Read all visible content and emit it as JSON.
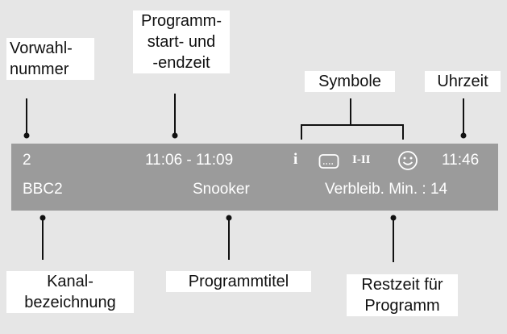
{
  "callouts": {
    "preset_number": [
      "Vorwahl-",
      "nummer"
    ],
    "program_time": [
      "Programm-",
      "start- und",
      "-endzeit"
    ],
    "symbols": "Symbole",
    "clock": "Uhrzeit",
    "channel_name": [
      "Kanal-",
      "bezeichnung"
    ],
    "program_title": "Programmtitel",
    "remaining_time": [
      "Restzeit für",
      "Programm"
    ]
  },
  "info_bar": {
    "preset": "2",
    "channel": "BBC2",
    "time_range": "11:06 - 11:09",
    "title": "Snooker",
    "clock": "11:46",
    "remaining": "Verbleib. Min. : 14",
    "symbols": {
      "info": "i",
      "subtitle_icon": "subtitle-icon",
      "dual": "I-II",
      "smiley_icon": "smiley-icon"
    }
  },
  "colors": {
    "bar": "#9b9b9b",
    "bar_text": "#ffffff",
    "callout_bg": "#ffffff",
    "background": "#e6e6e6",
    "lines": "#111111"
  }
}
